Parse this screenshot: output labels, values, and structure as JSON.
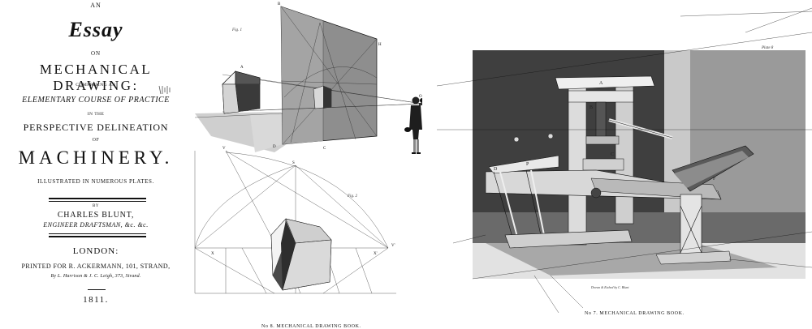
{
  "title_page": {
    "an": "AN",
    "essay": "Essay",
    "on": "ON",
    "mechanical_drawing": "MECHANICAL DRAWING:",
    "comprising_an": "COMPRISING AN",
    "elementary_course": "ELEMENTARY COURSE OF PRACTICE",
    "in_the": "IN THE",
    "perspective_delineation": "PERSPECTIVE DELINEATION",
    "of": "OF",
    "machinery": "MACHINERY.",
    "illustrated": "ILLUSTRATED IN NUMEROUS PLATES.",
    "by": "BY",
    "author": "CHARLES BLUNT,",
    "author_title": "ENGINEER DRAFTSMAN, &c. &c.",
    "city": "LONDON:",
    "printed_for": "PRINTED FOR R. ACKERMANN, 101, STRAND,",
    "printers": "By L. Harrison & J. C. Leigh, 373, Strand.",
    "year": "1811."
  },
  "plate_8": {
    "fig1_label": "Fig. 1",
    "fig2_label": "Fig. 2",
    "caption": "No 8. MECHANICAL DRAWING BOOK.",
    "point_labels": {
      "a": "A",
      "b": "B",
      "c": "C",
      "d": "D",
      "h": "H",
      "o": "O",
      "v": "V",
      "v_prime": "V'",
      "x": "X",
      "x_prime": "X'",
      "sight": "S"
    }
  },
  "plate_7": {
    "plate_label": "Plate 8",
    "engraver": "Drawn & Etched by C. Blunt",
    "caption": "No 7. MECHANICAL DRAWING BOOK.",
    "press_labels": {
      "a": "A",
      "b": "B",
      "c": "C",
      "d": "D",
      "p": "P",
      "f": "F"
    }
  },
  "colors": {
    "ink": "#111111",
    "paper": "#ffffff",
    "shade_dark": "#3a3a3a",
    "shade_mid": "#8a8a8a"
  }
}
